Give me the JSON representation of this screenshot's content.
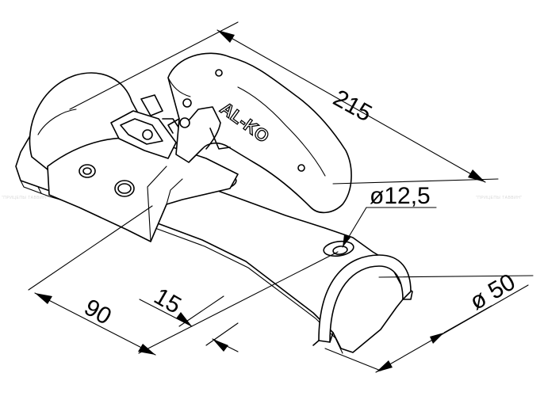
{
  "diagram": {
    "dimensions": {
      "length": "215",
      "hole_diameter": "ø12,5",
      "tube_diameter": "ø 50",
      "bolt_spacing": "90",
      "offset": "15"
    },
    "brand": "AL-KO",
    "watermark": "\"ПРИЦЕПЫ ТАВВИН\""
  }
}
